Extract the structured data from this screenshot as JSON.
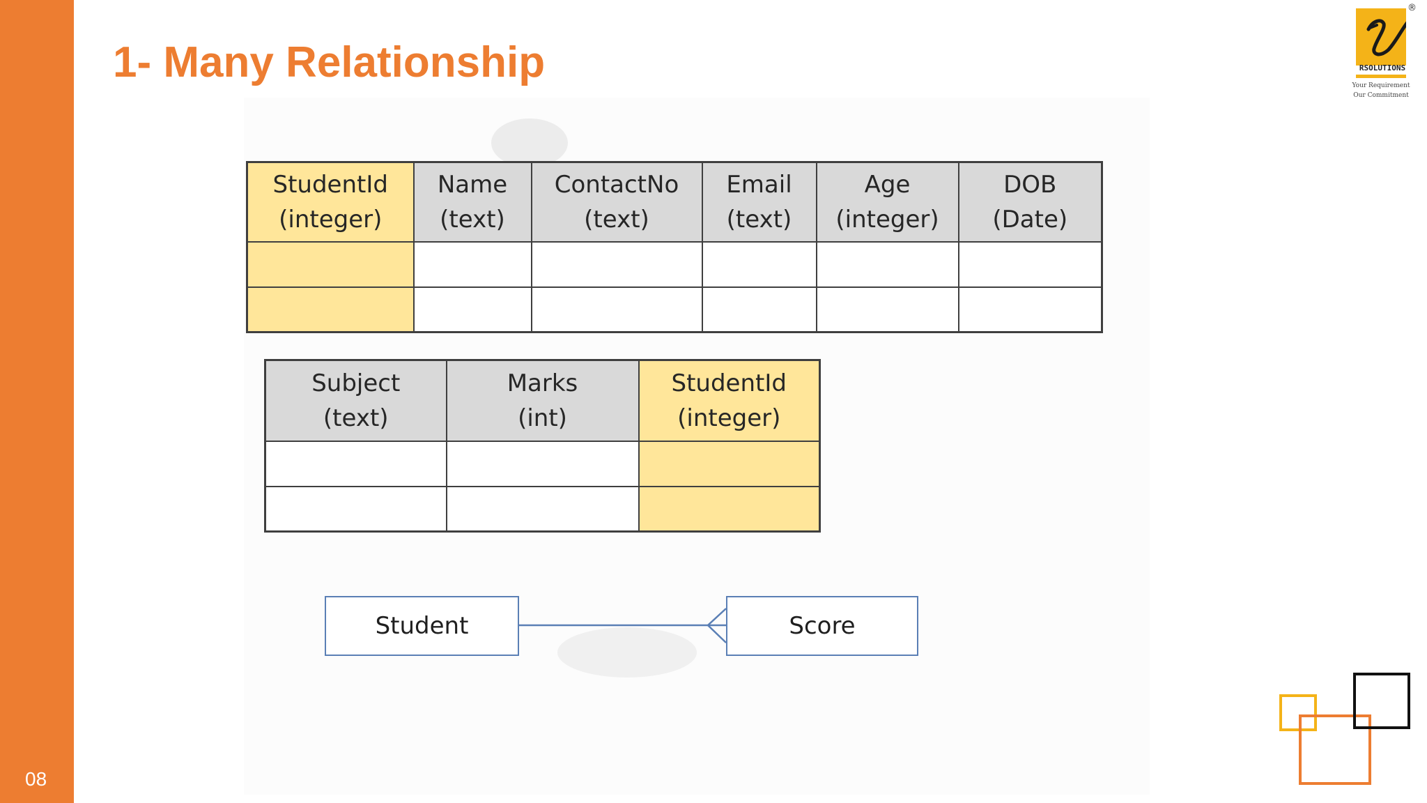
{
  "slide": {
    "title": "1- Many Relationship",
    "page_number": "08"
  },
  "tables": {
    "student": {
      "columns": [
        {
          "name": "StudentId",
          "type": "(integer)",
          "key": true
        },
        {
          "name": "Name",
          "type": "(text)",
          "key": false
        },
        {
          "name": "ContactNo",
          "type": "(text)",
          "key": false
        },
        {
          "name": "Email",
          "type": "(text)",
          "key": false
        },
        {
          "name": "Age",
          "type": "(integer)",
          "key": false
        },
        {
          "name": "DOB",
          "type": "(Date)",
          "key": false
        }
      ],
      "empty_rows": 2
    },
    "score": {
      "columns": [
        {
          "name": "Subject",
          "type": "(text)",
          "key": false
        },
        {
          "name": "Marks",
          "type": "(int)",
          "key": false
        },
        {
          "name": "StudentId",
          "type": "(integer)",
          "key": true
        }
      ],
      "empty_rows": 2
    }
  },
  "relationship": {
    "from_entity": "Student",
    "to_entity": "Score",
    "cardinality": "one-to-many"
  },
  "logo": {
    "brand": "RSOLUTIONS",
    "tagline_line1": "Your Requirement",
    "tagline_line2": "Our Commitment",
    "registered_mark": "®"
  },
  "colors": {
    "accent": "#ED7D31",
    "key_highlight": "#FFE69A",
    "header_gray": "#D9D9D9",
    "entity_border": "#5A7FB5",
    "logo_yellow": "#F4B318"
  }
}
